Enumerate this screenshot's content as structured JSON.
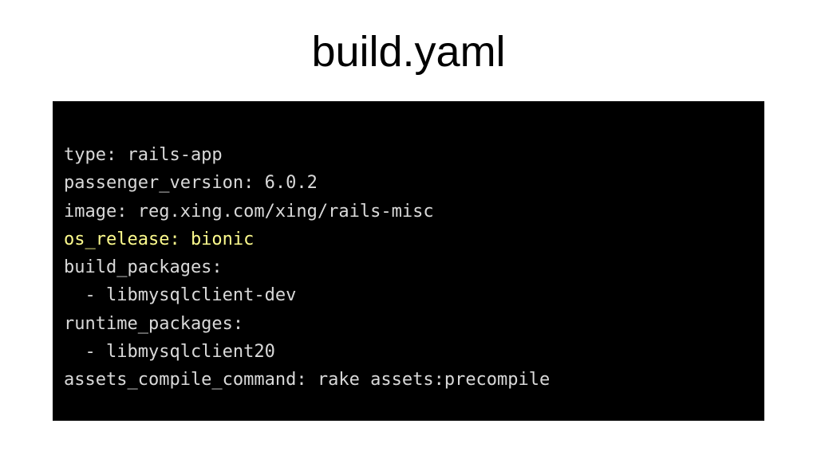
{
  "slide": {
    "title": "build.yaml"
  },
  "code": {
    "text_color": "#d9d9d9",
    "highlight_color": "#fdfb8d",
    "background_color": "#000000",
    "lines": [
      {
        "text": "type: rails-app"
      },
      {
        "text": "passenger_version: 6.0.2"
      },
      {
        "text": "image: reg.xing.com/xing/rails-misc"
      },
      {
        "text": "os_release: bionic",
        "highlighted": true
      },
      {
        "text": "build_packages:"
      },
      {
        "text": "  - libmysqlclient-dev"
      },
      {
        "text": "runtime_packages:"
      },
      {
        "text": "  - libmysqlclient20"
      },
      {
        "text": "assets_compile_command: rake assets:precompile"
      }
    ]
  }
}
